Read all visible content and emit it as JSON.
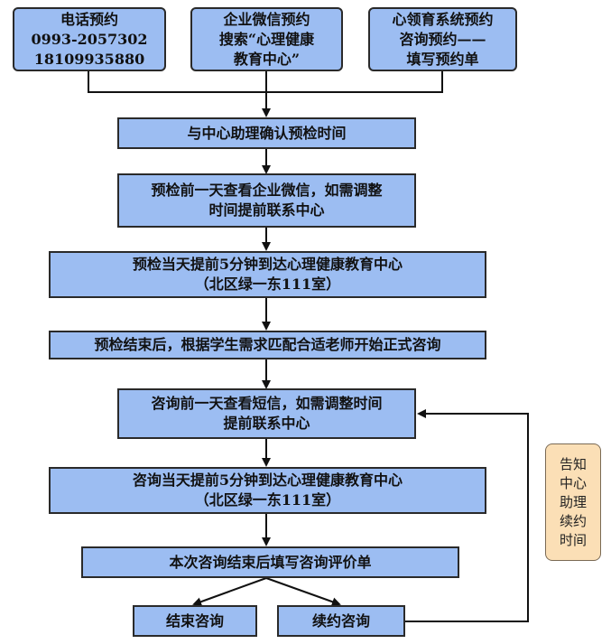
{
  "top_boxes": {
    "phone": "电话预约\n0993-2057302\n18109935880",
    "wechat": "企业微信预约\n搜索“心理健康\n教育中心”",
    "system": "心领育系统预约\n咨询预约——\n填写预约单"
  },
  "steps": {
    "confirm": "与中心助理确认预检时间",
    "pre_day_before": "预检前一天查看企业微信，如需调整\n时间提前联系中心",
    "pre_same_day": "预检当天提前5分钟到达心理健康教育中心\n（北区绿一东111室）",
    "after_pre": "预检结束后，根据学生需求匹配合适老师开始正式咨询",
    "consult_day_before": "咨询前一天查看短信，如需调整时间\n提前联系中心",
    "consult_same_day": "咨询当天提前5分钟到达心理健康教育中心\n（北区绿一东111室）",
    "evaluate": "本次咨询结束后填写咨询评价单",
    "end": "结束咨询",
    "renew": "续约咨询"
  },
  "side_note": "告知\n中心\n助理\n续约\n时间",
  "colors": {
    "box_fill": "#9cbdf2",
    "note_fill": "#fbdfb6",
    "line": "#111111"
  }
}
